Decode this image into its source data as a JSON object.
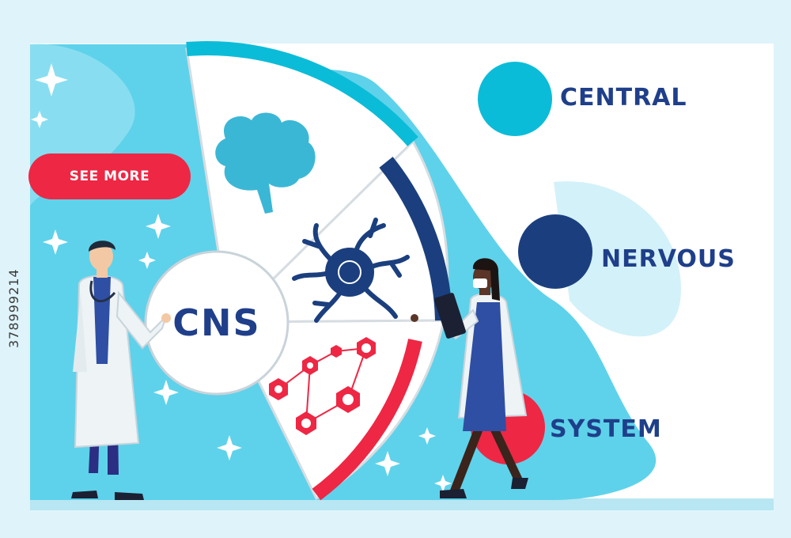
{
  "button": {
    "label": "SEE MORE"
  },
  "center_label": "CNS",
  "acronym": [
    {
      "word": "CENTRAL",
      "color": "#0bbcd8"
    },
    {
      "word": "NERVOUS",
      "color": "#1b3f7e"
    },
    {
      "word": "SYSTEM",
      "color": "#ee2744"
    }
  ],
  "watermark": "378999214",
  "colors": {
    "background": "#dff4fa",
    "blob": "#5ed2ea",
    "cyan": "#0bbcd8",
    "navy": "#1b3f7e",
    "red": "#ee2744",
    "text": "#1f3f8a"
  },
  "icons": [
    "brain-icon",
    "neuron-icon",
    "molecule-icon",
    "sparkle-icon"
  ]
}
